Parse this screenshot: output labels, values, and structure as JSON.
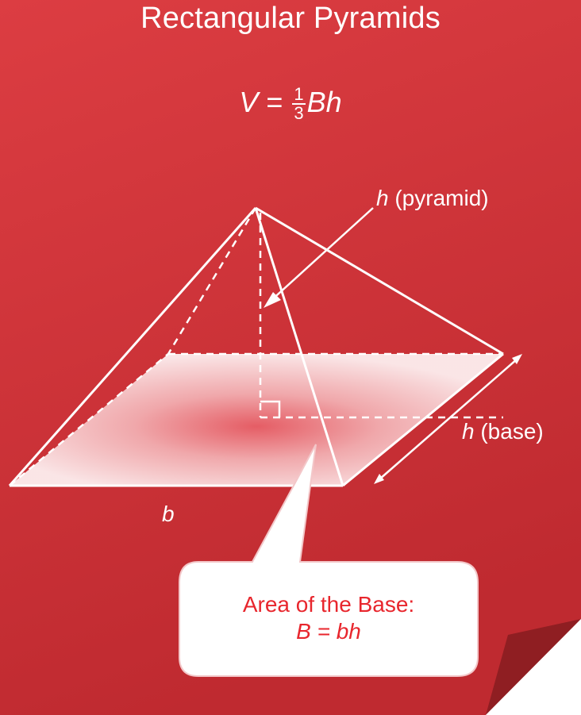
{
  "title": "Rectangular Pyramids",
  "formula": {
    "lhs": "V",
    "equals": "=",
    "numerator": "1",
    "denominator": "3",
    "rhs": "Bh"
  },
  "labels": {
    "h_pyramid_var": "h",
    "h_pyramid_text": "(pyramid)",
    "h_base_var": "h",
    "h_base_text": "(base)",
    "b": "b"
  },
  "callout": {
    "line1": "Area of the Base:",
    "line2": "B = bh"
  },
  "colors": {
    "background": "#d7383d",
    "background_dark": "#b8262c",
    "lines": "#ffffff",
    "callout_text": "#e8262d",
    "fold": "#8f1e22"
  }
}
